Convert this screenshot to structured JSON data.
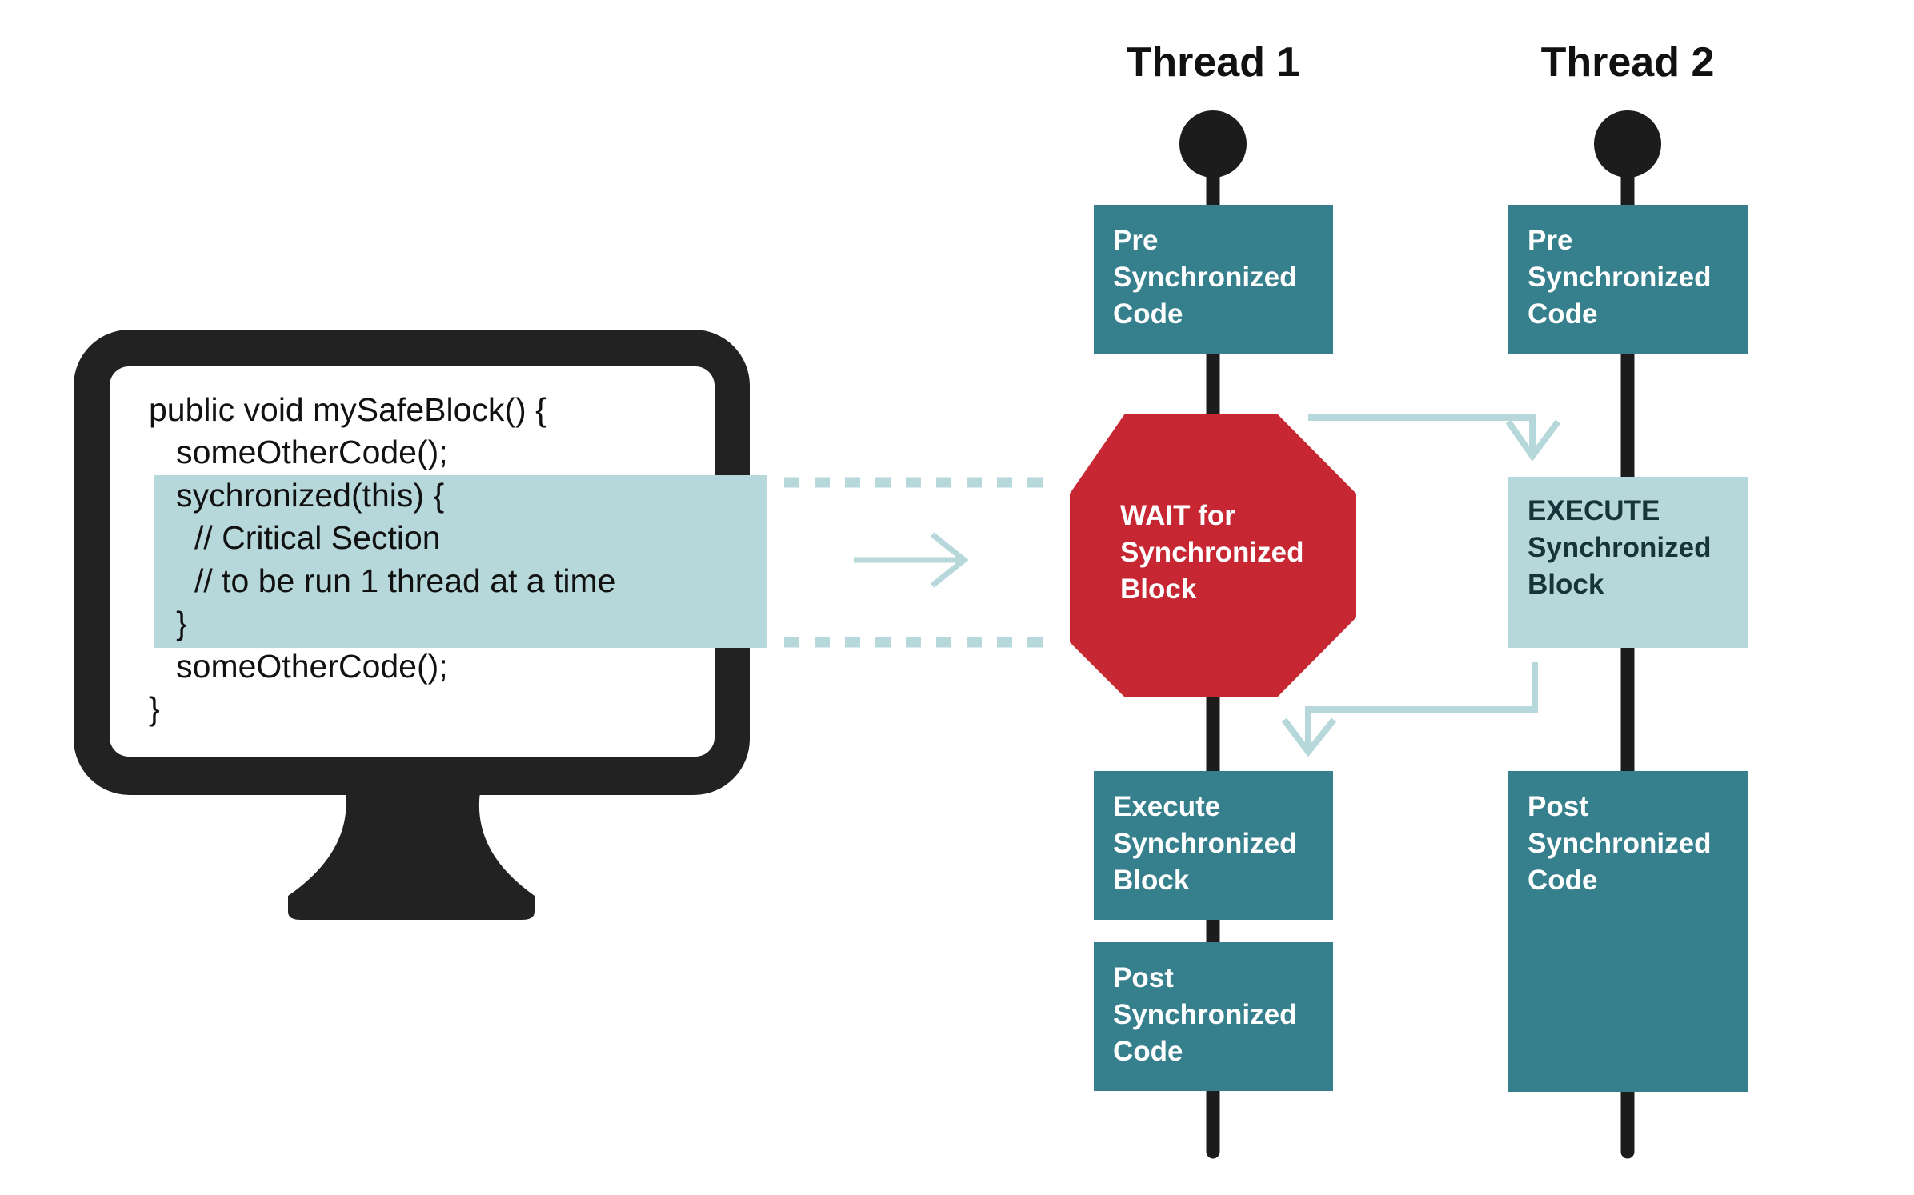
{
  "colors": {
    "monitor": "#222222",
    "screen": "#ffffff",
    "highlight": "#b6d8db",
    "teal": "#367f8c",
    "stop_red": "#c72733",
    "arrow": "#b6d8db",
    "line": "#1c1c1c"
  },
  "code": {
    "lines": [
      "public void mySafeBlock() {",
      "   someOtherCode();",
      "   sychronized(this) {",
      "     // Critical Section",
      "     // to be run 1 thread at a time",
      "   }",
      "   someOtherCode();",
      "}"
    ]
  },
  "thread1": {
    "title": "Thread 1",
    "pre": [
      "Pre",
      "Synchronized",
      "Code"
    ],
    "wait": [
      "WAIT for",
      "Synchronized",
      "Block"
    ],
    "execute": [
      "Execute",
      "Synchronized",
      "Block"
    ],
    "post": [
      "Post",
      "Synchronized",
      "Code"
    ]
  },
  "thread2": {
    "title": "Thread 2",
    "pre": [
      "Pre",
      "Synchronized",
      "Code"
    ],
    "execute": [
      "EXECUTE",
      "Synchronized",
      "Block"
    ],
    "post": [
      "Post",
      "Synchronized",
      "Code"
    ]
  }
}
